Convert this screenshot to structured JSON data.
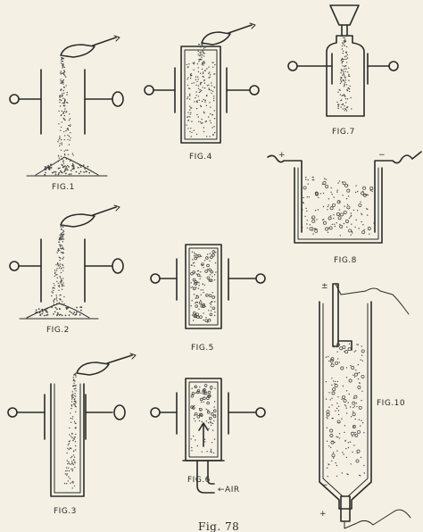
{
  "plate": {
    "caption": "Fig. 78",
    "figures": [
      {
        "id": "fig1",
        "label": "FIG.1"
      },
      {
        "id": "fig2",
        "label": "FIG.2"
      },
      {
        "id": "fig3",
        "label": "FIG.3"
      },
      {
        "id": "fig4",
        "label": "FIG.4"
      },
      {
        "id": "fig5",
        "label": "FIG.5"
      },
      {
        "id": "fig6",
        "label": "FIG.6",
        "arrow_label": "←AIR"
      },
      {
        "id": "fig7",
        "label": "FIG.7"
      },
      {
        "id": "fig8",
        "label": "FIG.8",
        "plus": "+",
        "minus": "−"
      },
      {
        "id": "fig10",
        "label": "FIG.10",
        "plus_top": "±",
        "plus_bottom": "+",
        "minus_bottom": "−"
      }
    ]
  }
}
